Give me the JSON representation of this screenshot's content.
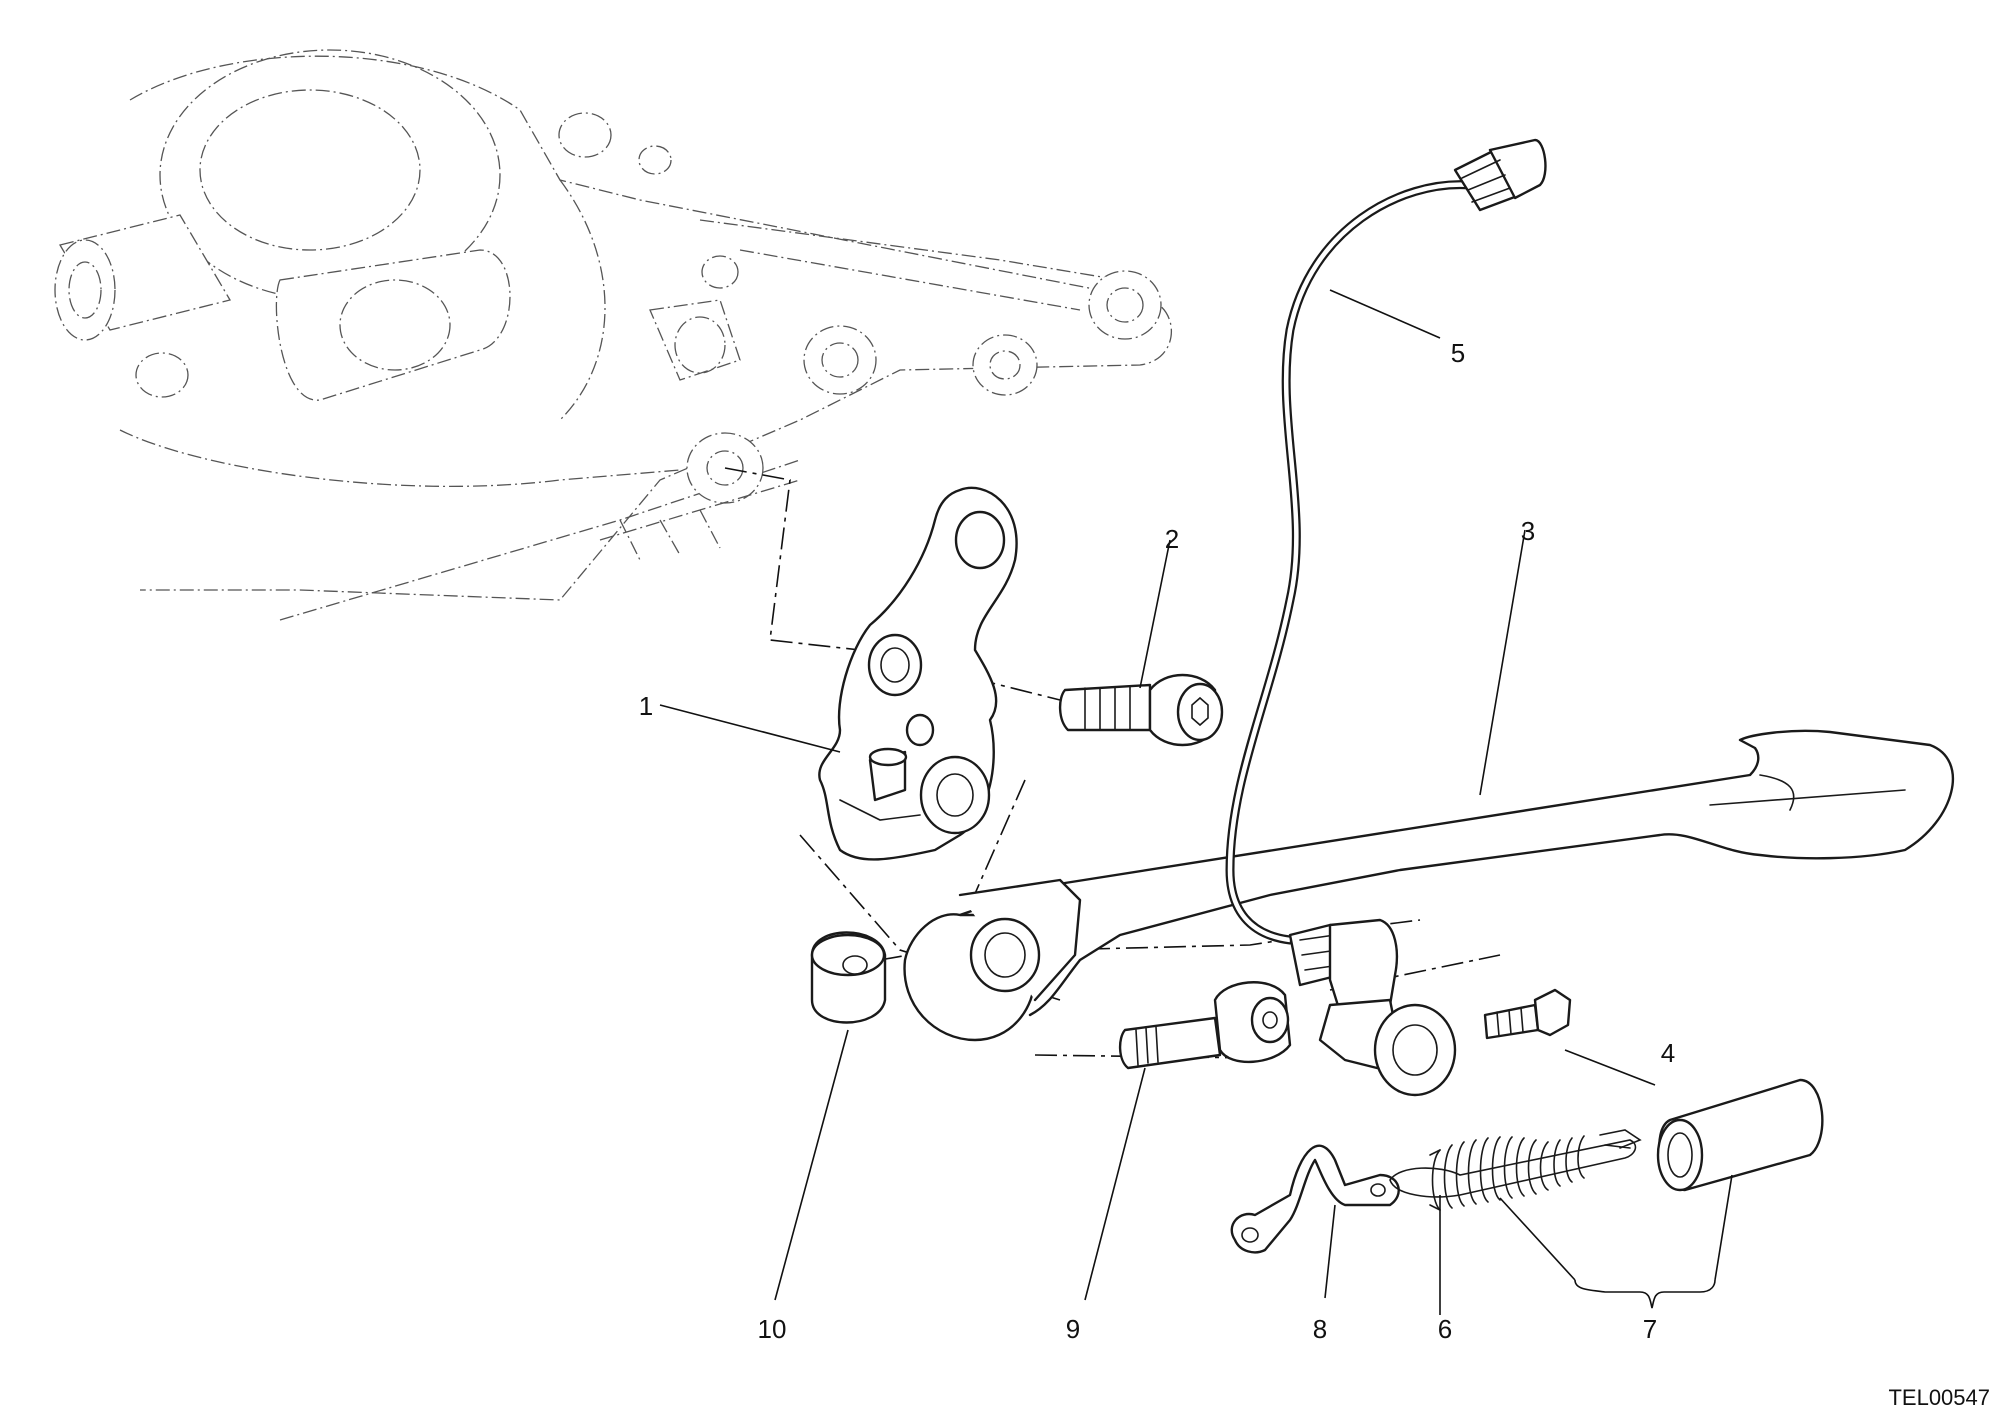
{
  "diagram": {
    "callouts": [
      "1",
      "2",
      "3",
      "4",
      "5",
      "6",
      "7",
      "8",
      "9",
      "10"
    ],
    "reference_code": "TEL00547"
  }
}
